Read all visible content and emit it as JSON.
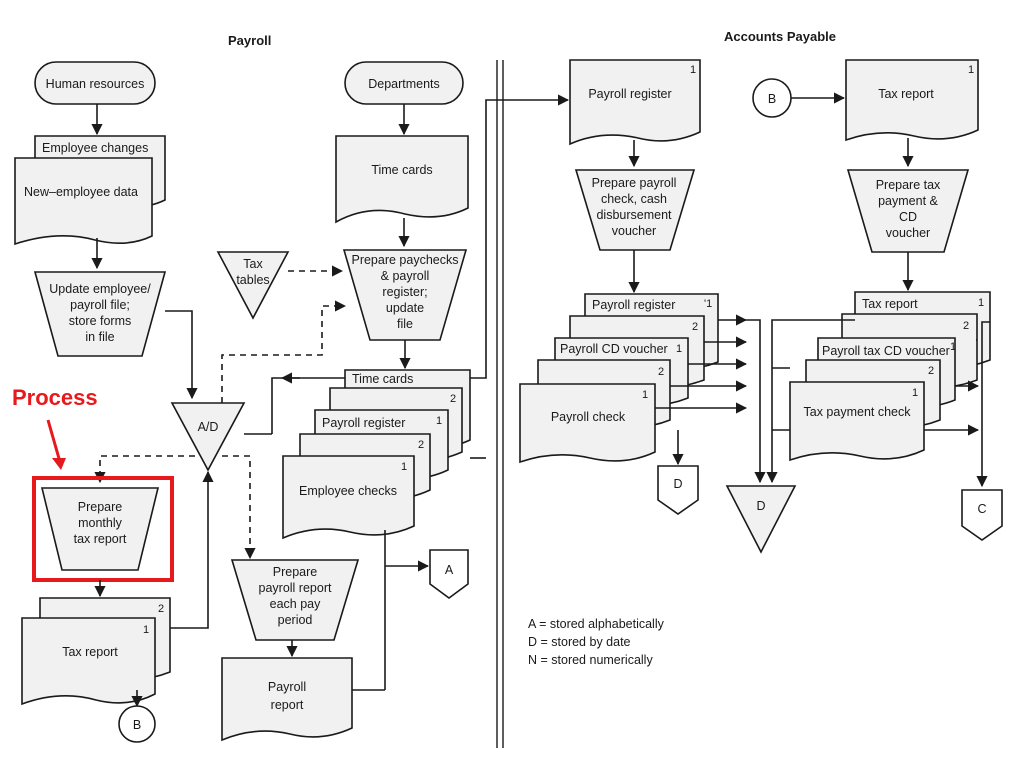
{
  "headings": {
    "payroll": "Payroll",
    "accounts_payable": "Accounts Payable"
  },
  "callout": {
    "label": "Process",
    "color": "#e8191c"
  },
  "nodes": {
    "human_resources": "Human resources",
    "departments": "Departments",
    "employee_changes": "Employee changes",
    "new_employee_data": "New–employee data",
    "time_cards_doc": "Time cards",
    "update_employee": [
      "Update employee/",
      "payroll file;",
      "store forms",
      "in file"
    ],
    "tax_tables": [
      "Tax",
      "tables"
    ],
    "prepare_paychecks": [
      "Prepare paychecks",
      "& payroll",
      "register;",
      "update",
      "file"
    ],
    "ad": "A/D",
    "tc_out": "Time cards",
    "payroll_register_out": "Payroll register",
    "employee_checks": "Employee checks",
    "prepare_monthly": [
      "Prepare",
      "monthly",
      "tax report"
    ],
    "prepare_payroll_report": [
      "Prepare",
      "payroll report",
      "each pay",
      "period"
    ],
    "tax_report_left": "Tax report",
    "payroll_report": [
      "Payroll",
      "report"
    ],
    "b_left": "B",
    "a_off": "A",
    "ap_payroll_register": "Payroll register",
    "ap_prepare_check": [
      "Prepare payroll",
      "check, cash",
      "disbursement",
      "voucher"
    ],
    "ap_pr2": "Payroll register",
    "ap_cd_voucher": "Payroll CD voucher",
    "ap_payroll_check": "Payroll check",
    "d_small": "D",
    "d_big": "D",
    "b_right": "B",
    "ap_tax_report": "Tax report",
    "ap_prepare_tax": [
      "Prepare tax",
      "payment &",
      "CD",
      "voucher"
    ],
    "ap_tax_report2": "Tax report",
    "ap_tax_cd_voucher": "Payroll tax CD voucher",
    "ap_tax_payment_check": "Tax payment check",
    "c_off": "C"
  },
  "copy_numbers": {
    "one": "1",
    "two": "2",
    "one_alt": "'1"
  },
  "legend": [
    "A = stored alphabetically",
    "D = stored by date",
    "N = stored numerically"
  ]
}
